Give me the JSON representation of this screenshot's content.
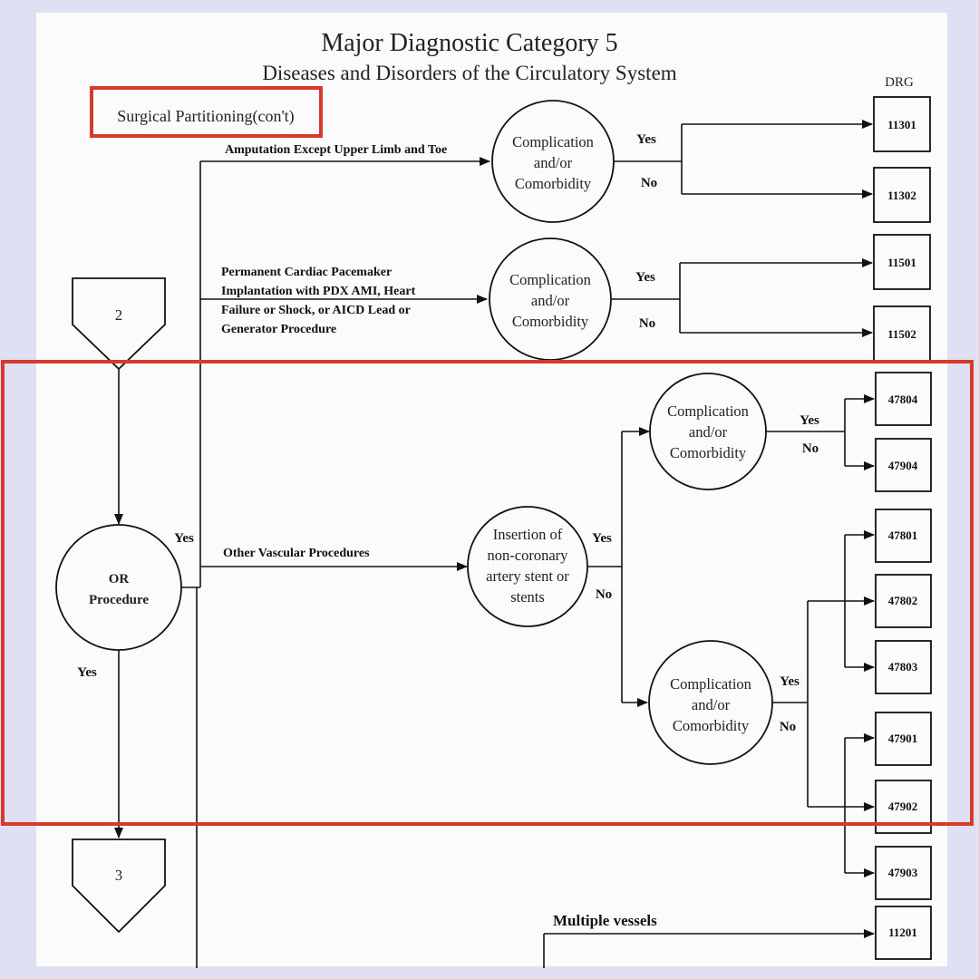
{
  "title": "Major Diagnostic Category 5",
  "subtitle": "Diseases and Disorders of the Circulatory System",
  "drg_header": "DRG",
  "section_label": "Surgical Partitioning(con't)",
  "connector_in": "2",
  "connector_out": "3",
  "or_node": [
    "OR",
    "Procedure"
  ],
  "yes": "Yes",
  "no": "No",
  "cc_label": [
    "Complication",
    "and/or",
    "Comorbidity"
  ],
  "stent_label": [
    "Insertion of",
    "non-coronary",
    "artery stent or",
    "stents"
  ],
  "branches": {
    "amputation": "Amputation Except Upper Limb and Toe",
    "pacemaker": [
      "Permanent Cardiac Pacemaker",
      "Implantation with PDX AMI, Heart",
      "Failure or Shock, or AICD Lead or",
      "Generator Procedure"
    ],
    "vascular": "Other Vascular Procedures",
    "multiple": "Multiple vessels"
  },
  "drg_codes": {
    "a1": "11301",
    "a2": "11302",
    "p1": "11501",
    "p2": "11502",
    "v1": "47804",
    "v2": "47904",
    "v3": "47801",
    "v4": "47802",
    "v5": "47803",
    "v6": "47901",
    "v7": "47902",
    "v8": "47903",
    "m1": "11201"
  },
  "highlight_color": "#d63a2a"
}
